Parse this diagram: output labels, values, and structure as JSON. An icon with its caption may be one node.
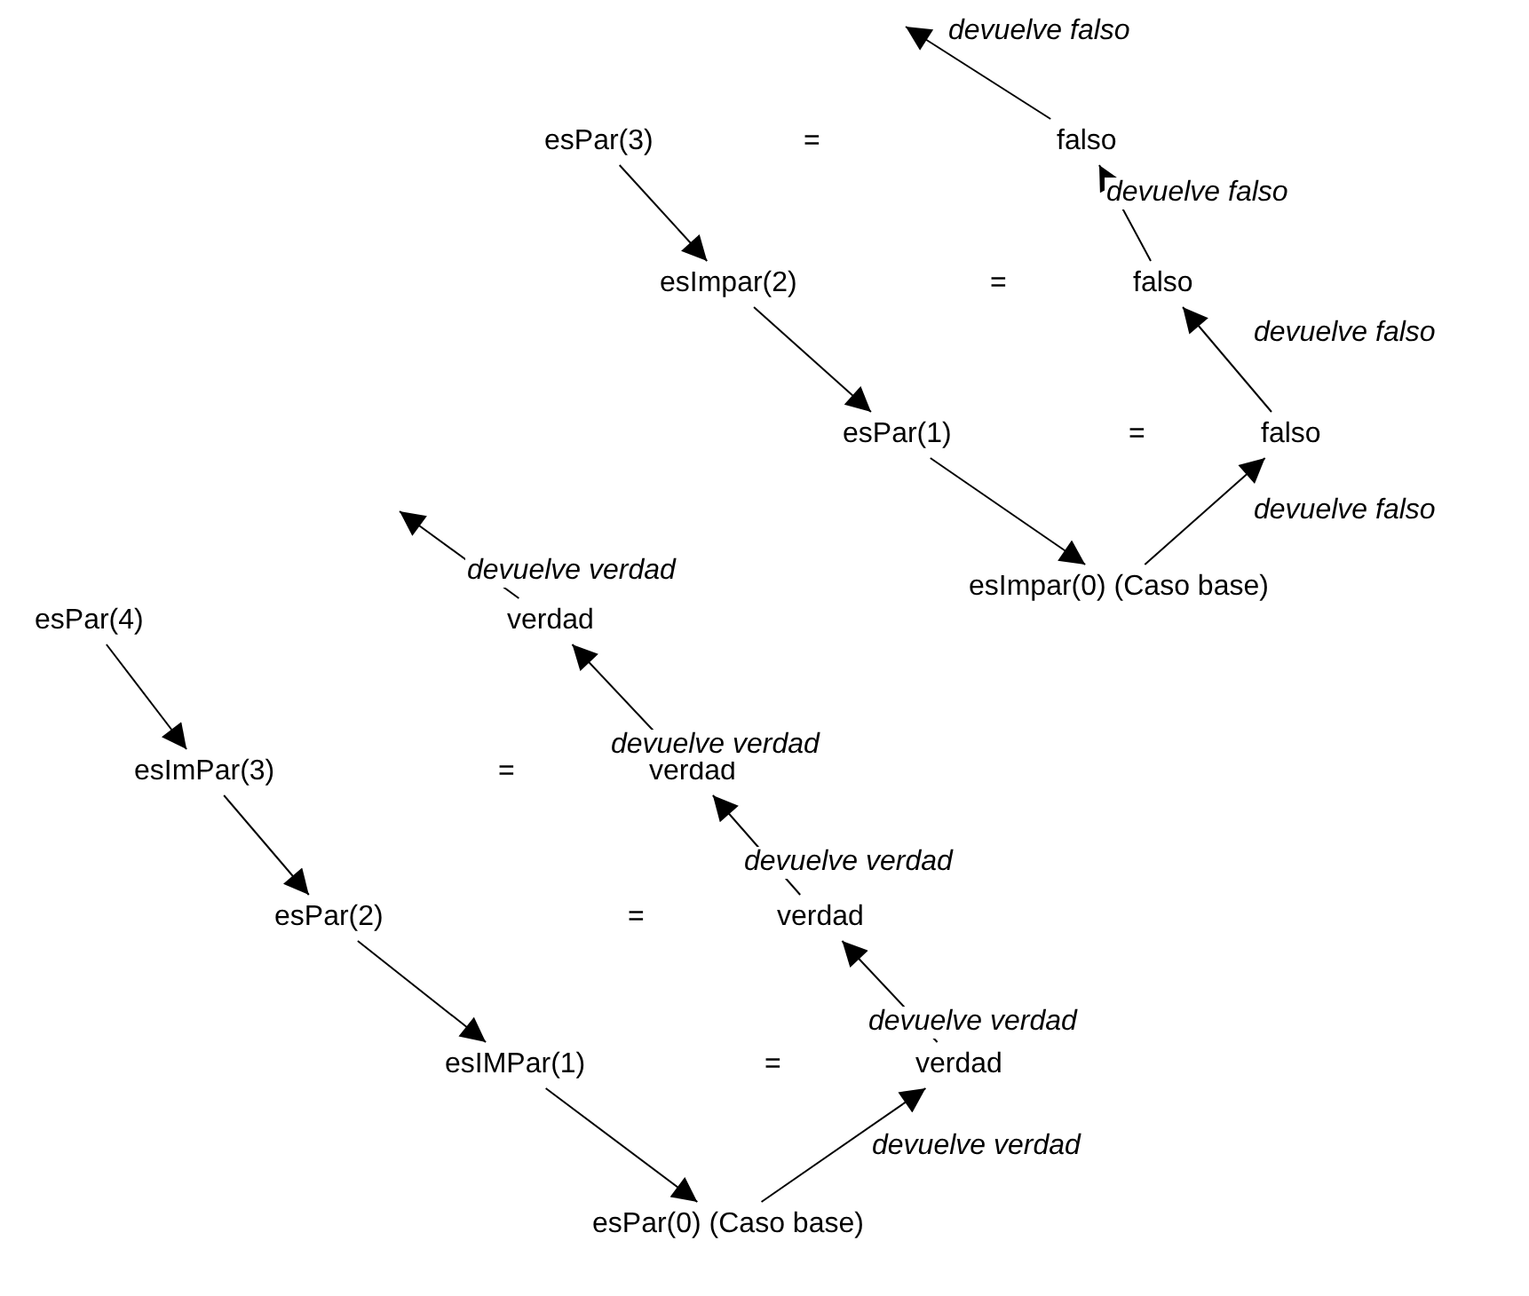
{
  "diagram": {
    "nodes": [
      {
        "text": [
          "esPar(3)"
        ]
      },
      {
        "text": [
          "falso"
        ]
      },
      {
        "text": [
          "esImpar(2)"
        ]
      },
      {
        "text": [
          "falso"
        ]
      },
      {
        "text": [
          "esPar(1)"
        ]
      },
      {
        "text": [
          "falso"
        ]
      },
      {
        "text": [
          "esImpar(0) (Caso base)"
        ]
      },
      {
        "text": [
          "esPar(4)"
        ]
      },
      {
        "text": [
          "verdad"
        ]
      },
      {
        "text": [
          "esImPar(3)"
        ]
      },
      {
        "text": [
          "verdad"
        ]
      },
      {
        "text": [
          "esPar(2)"
        ]
      },
      {
        "text": [
          "verdad"
        ]
      },
      {
        "text": [
          "esIMPar(1)"
        ]
      },
      {
        "text": [
          "verdad"
        ]
      },
      {
        "text": [
          "esPar(0) (Caso base)"
        ]
      }
    ],
    "edges": [
      {
        "from": 0,
        "to": 2,
        "arrow": "to"
      },
      {
        "from": 2,
        "to": 4,
        "arrow": "to"
      },
      {
        "from": 4,
        "to": 6,
        "arrow": "to"
      },
      {
        "from": 6,
        "to": 5,
        "arrow": "to",
        "label": "devuelve falso"
      },
      {
        "from": 5,
        "to": 3,
        "arrow": "to",
        "label": "devuelve falso"
      },
      {
        "from": 3,
        "to": 1,
        "arrow": "to",
        "label": "devuelve falso"
      },
      {
        "from": 1,
        "to": null,
        "arrow": "to",
        "label": "devuelve falso"
      },
      {
        "from": 7,
        "to": 9,
        "arrow": "to"
      },
      {
        "from": 9,
        "to": 11,
        "arrow": "to"
      },
      {
        "from": 11,
        "to": 13,
        "arrow": "to"
      },
      {
        "from": 13,
        "to": 15,
        "arrow": "to"
      },
      {
        "from": 15,
        "to": 14,
        "arrow": "to",
        "label": "devuelve verdad"
      },
      {
        "from": 14,
        "to": 12,
        "arrow": "to",
        "label": "devuelve verdad"
      },
      {
        "from": 12,
        "to": 10,
        "arrow": "to",
        "label": "devuelve verdad"
      },
      {
        "from": 10,
        "to": 8,
        "arrow": "to",
        "label": "devuelve verdad"
      },
      {
        "from": 8,
        "to": null,
        "arrow": "to",
        "label": "devuelve verdad"
      }
    ],
    "labels": [
      "=",
      "=",
      "=",
      "=",
      "=",
      "="
    ]
  }
}
